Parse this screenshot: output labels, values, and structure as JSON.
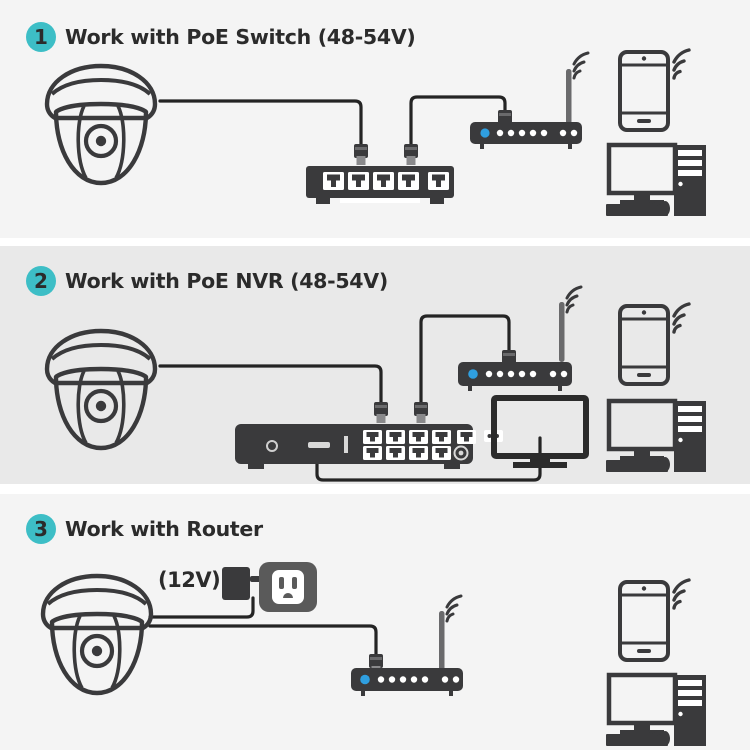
{
  "title": "Camera Power and Connection Options Diagram",
  "colors": {
    "panel_light": "#f4f4f4",
    "panel_dark": "#e9e9e9",
    "page_background": "#ffffff",
    "badge": "#3dbec6",
    "ink": "#2b2b2b",
    "device_body": "#3a3a3c",
    "device_body_light": "#58585a",
    "led_active": "#2f9fe0",
    "led_idle": "#ffffff",
    "outlet": "#5a5a5a",
    "cable": "#242424"
  },
  "sections": [
    {
      "number": "1",
      "title": "Work with PoE Switch (48-54V)",
      "devices": {
        "camera": "dome-camera",
        "switch": {
          "name": "poe-switch",
          "port_count": 5,
          "grouped_ports": 4,
          "uplink_ports": 1
        },
        "router": {
          "name": "wifi-router",
          "active_leds": 1,
          "idle_leds": 5,
          "rear_leds": 2,
          "antennas": 1
        },
        "phone": "smartphone",
        "computer": "desktop-computer"
      }
    },
    {
      "number": "2",
      "title": "Work with PoE NVR (48-54V)",
      "devices": {
        "camera": "dome-camera",
        "nvr": {
          "name": "poe-nvr",
          "poe_ports": 8,
          "poe_rows": 2,
          "poe_columns": 4,
          "lan_ports": 1,
          "usb_ports": 1,
          "power_connector": 1
        },
        "router": {
          "name": "wifi-router",
          "active_leds": 1,
          "idle_leds": 5,
          "rear_leds": 2,
          "antennas": 1
        },
        "monitor": "display-monitor",
        "phone": "smartphone",
        "computer": "desktop-computer"
      }
    },
    {
      "number": "3",
      "title": "Work with Router",
      "power_label": "(12V)",
      "devices": {
        "camera": "dome-camera",
        "power_adapter": "power-adapter",
        "wall_outlet": "wall-outlet",
        "router": {
          "name": "wifi-router",
          "active_leds": 1,
          "idle_leds": 5,
          "rear_leds": 2,
          "antennas": 1
        },
        "phone": "smartphone",
        "computer": "desktop-computer"
      }
    }
  ]
}
